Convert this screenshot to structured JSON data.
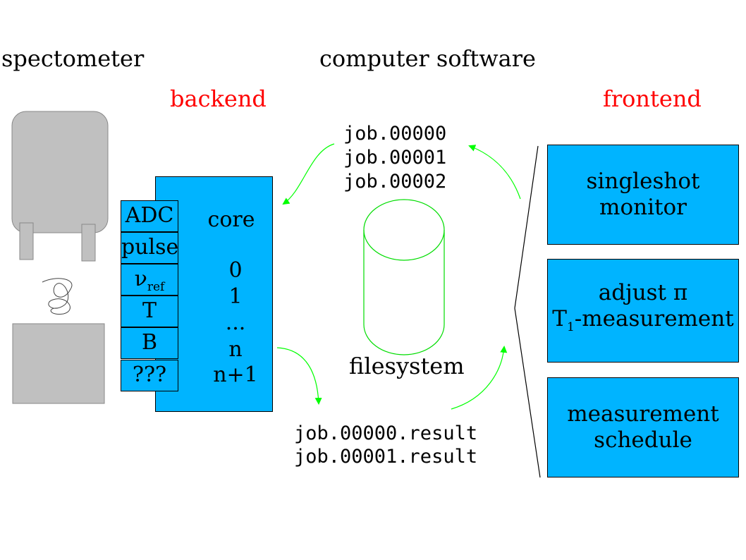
{
  "headings": {
    "spectrometer": "spectometer",
    "software": "computer software",
    "backend": "backend",
    "frontend": "frontend"
  },
  "backend_modules": [
    "ADC",
    "pulse",
    "ν",
    "T",
    "B",
    "???"
  ],
  "backend_modules_sub": {
    "nu_ref": "ref"
  },
  "core": {
    "label": "core",
    "slots": [
      "0",
      "1",
      "...",
      "n",
      "n+1"
    ]
  },
  "jobs_queue": [
    "job.00000",
    "job.00001",
    "job.00002"
  ],
  "filesystem_label": "filesystem",
  "results": [
    "job.00000.result",
    "job.00001.result"
  ],
  "frontend_boxes": {
    "singleshot": [
      "singleshot",
      "monitor"
    ],
    "adjust": [
      "adjust π",
      "T",
      "1",
      "-measurement"
    ],
    "schedule": [
      "measurement",
      "schedule"
    ]
  },
  "colors": {
    "box_fill": "#00b4ff",
    "accent_red": "#ff0000",
    "arrow_green": "#00ff00",
    "cylinder_green": "#00dd00",
    "device_gray": "#c0c0c0"
  }
}
